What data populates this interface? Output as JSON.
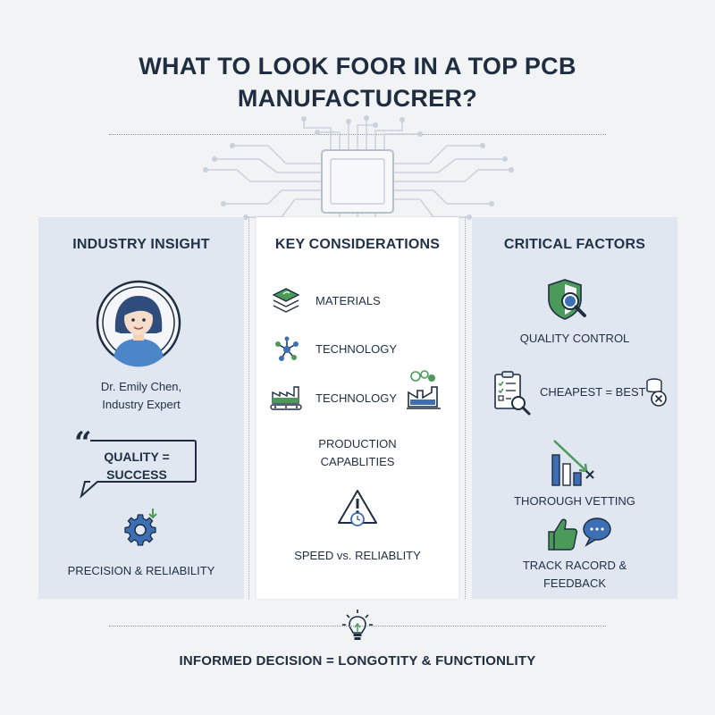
{
  "title_line1": "WHAT TO LOOK FOOR IN A TOP PCB",
  "title_line2": "MANUFACTUCRER?",
  "left": {
    "title": "INDUSTRY INSIGHT",
    "expert_name": "Dr. Emily Chen,",
    "expert_role": "Industry Expert",
    "quote_line1": "QUALITY =",
    "quote_line2": "SUCCESS",
    "footer": "PRECISION & RELIABILITY"
  },
  "middle": {
    "title": "KEY CONSIDERATIONS",
    "items": [
      "MATERIALS",
      "TECHNOLOGY",
      "TECHNOLOGY"
    ],
    "production_line1": "PRODUCTION",
    "production_line2": "CAPABLITIES",
    "speed": "SPEED vs. RELIABLITY"
  },
  "right": {
    "title": "CRITICAL FACTORS",
    "quality_control": "QUALITY CONTROL",
    "cheapest": "CHEAPEST = BEST",
    "vetting": "THOROUGH VETTING",
    "track_line1": "TRACK RACORD &",
    "track_line2": "FEEDBACK"
  },
  "bottom": "INFORMED DECISION = LONGOTITY & FUNCTIONLITY",
  "colors": {
    "accent_blue": "#3c6fb3",
    "accent_green": "#4c9a5a",
    "navy": "#1e2d40",
    "panel": "#e1e7f1"
  }
}
